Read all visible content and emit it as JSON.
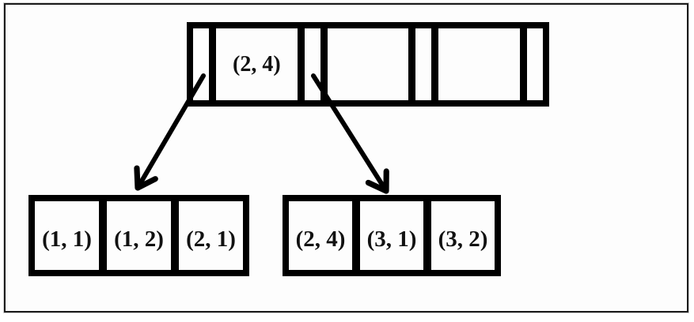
{
  "diagram": {
    "root_node": {
      "cells": [
        {
          "type": "pointer",
          "label": ""
        },
        {
          "type": "key",
          "label": "(2, 4)"
        },
        {
          "type": "pointer",
          "label": ""
        },
        {
          "type": "key",
          "label": ""
        },
        {
          "type": "pointer",
          "label": ""
        },
        {
          "type": "key",
          "label": ""
        },
        {
          "type": "pointer",
          "label": ""
        }
      ]
    },
    "left_leaf": {
      "cells": [
        {
          "label": "(1, 1)"
        },
        {
          "label": "(1, 2)"
        },
        {
          "label": "(2, 1)"
        }
      ]
    },
    "right_leaf": {
      "cells": [
        {
          "label": "(2, 4)"
        },
        {
          "label": "(3, 1)"
        },
        {
          "label": "(3, 2)"
        }
      ]
    },
    "arrows": [
      {
        "from": "root-pointer-slot-1",
        "to": "left-leaf-node"
      },
      {
        "from": "root-pointer-slot-2",
        "to": "right-leaf-node"
      }
    ],
    "colors": {
      "ink": "#000000",
      "background": "#fdfdfd"
    }
  }
}
